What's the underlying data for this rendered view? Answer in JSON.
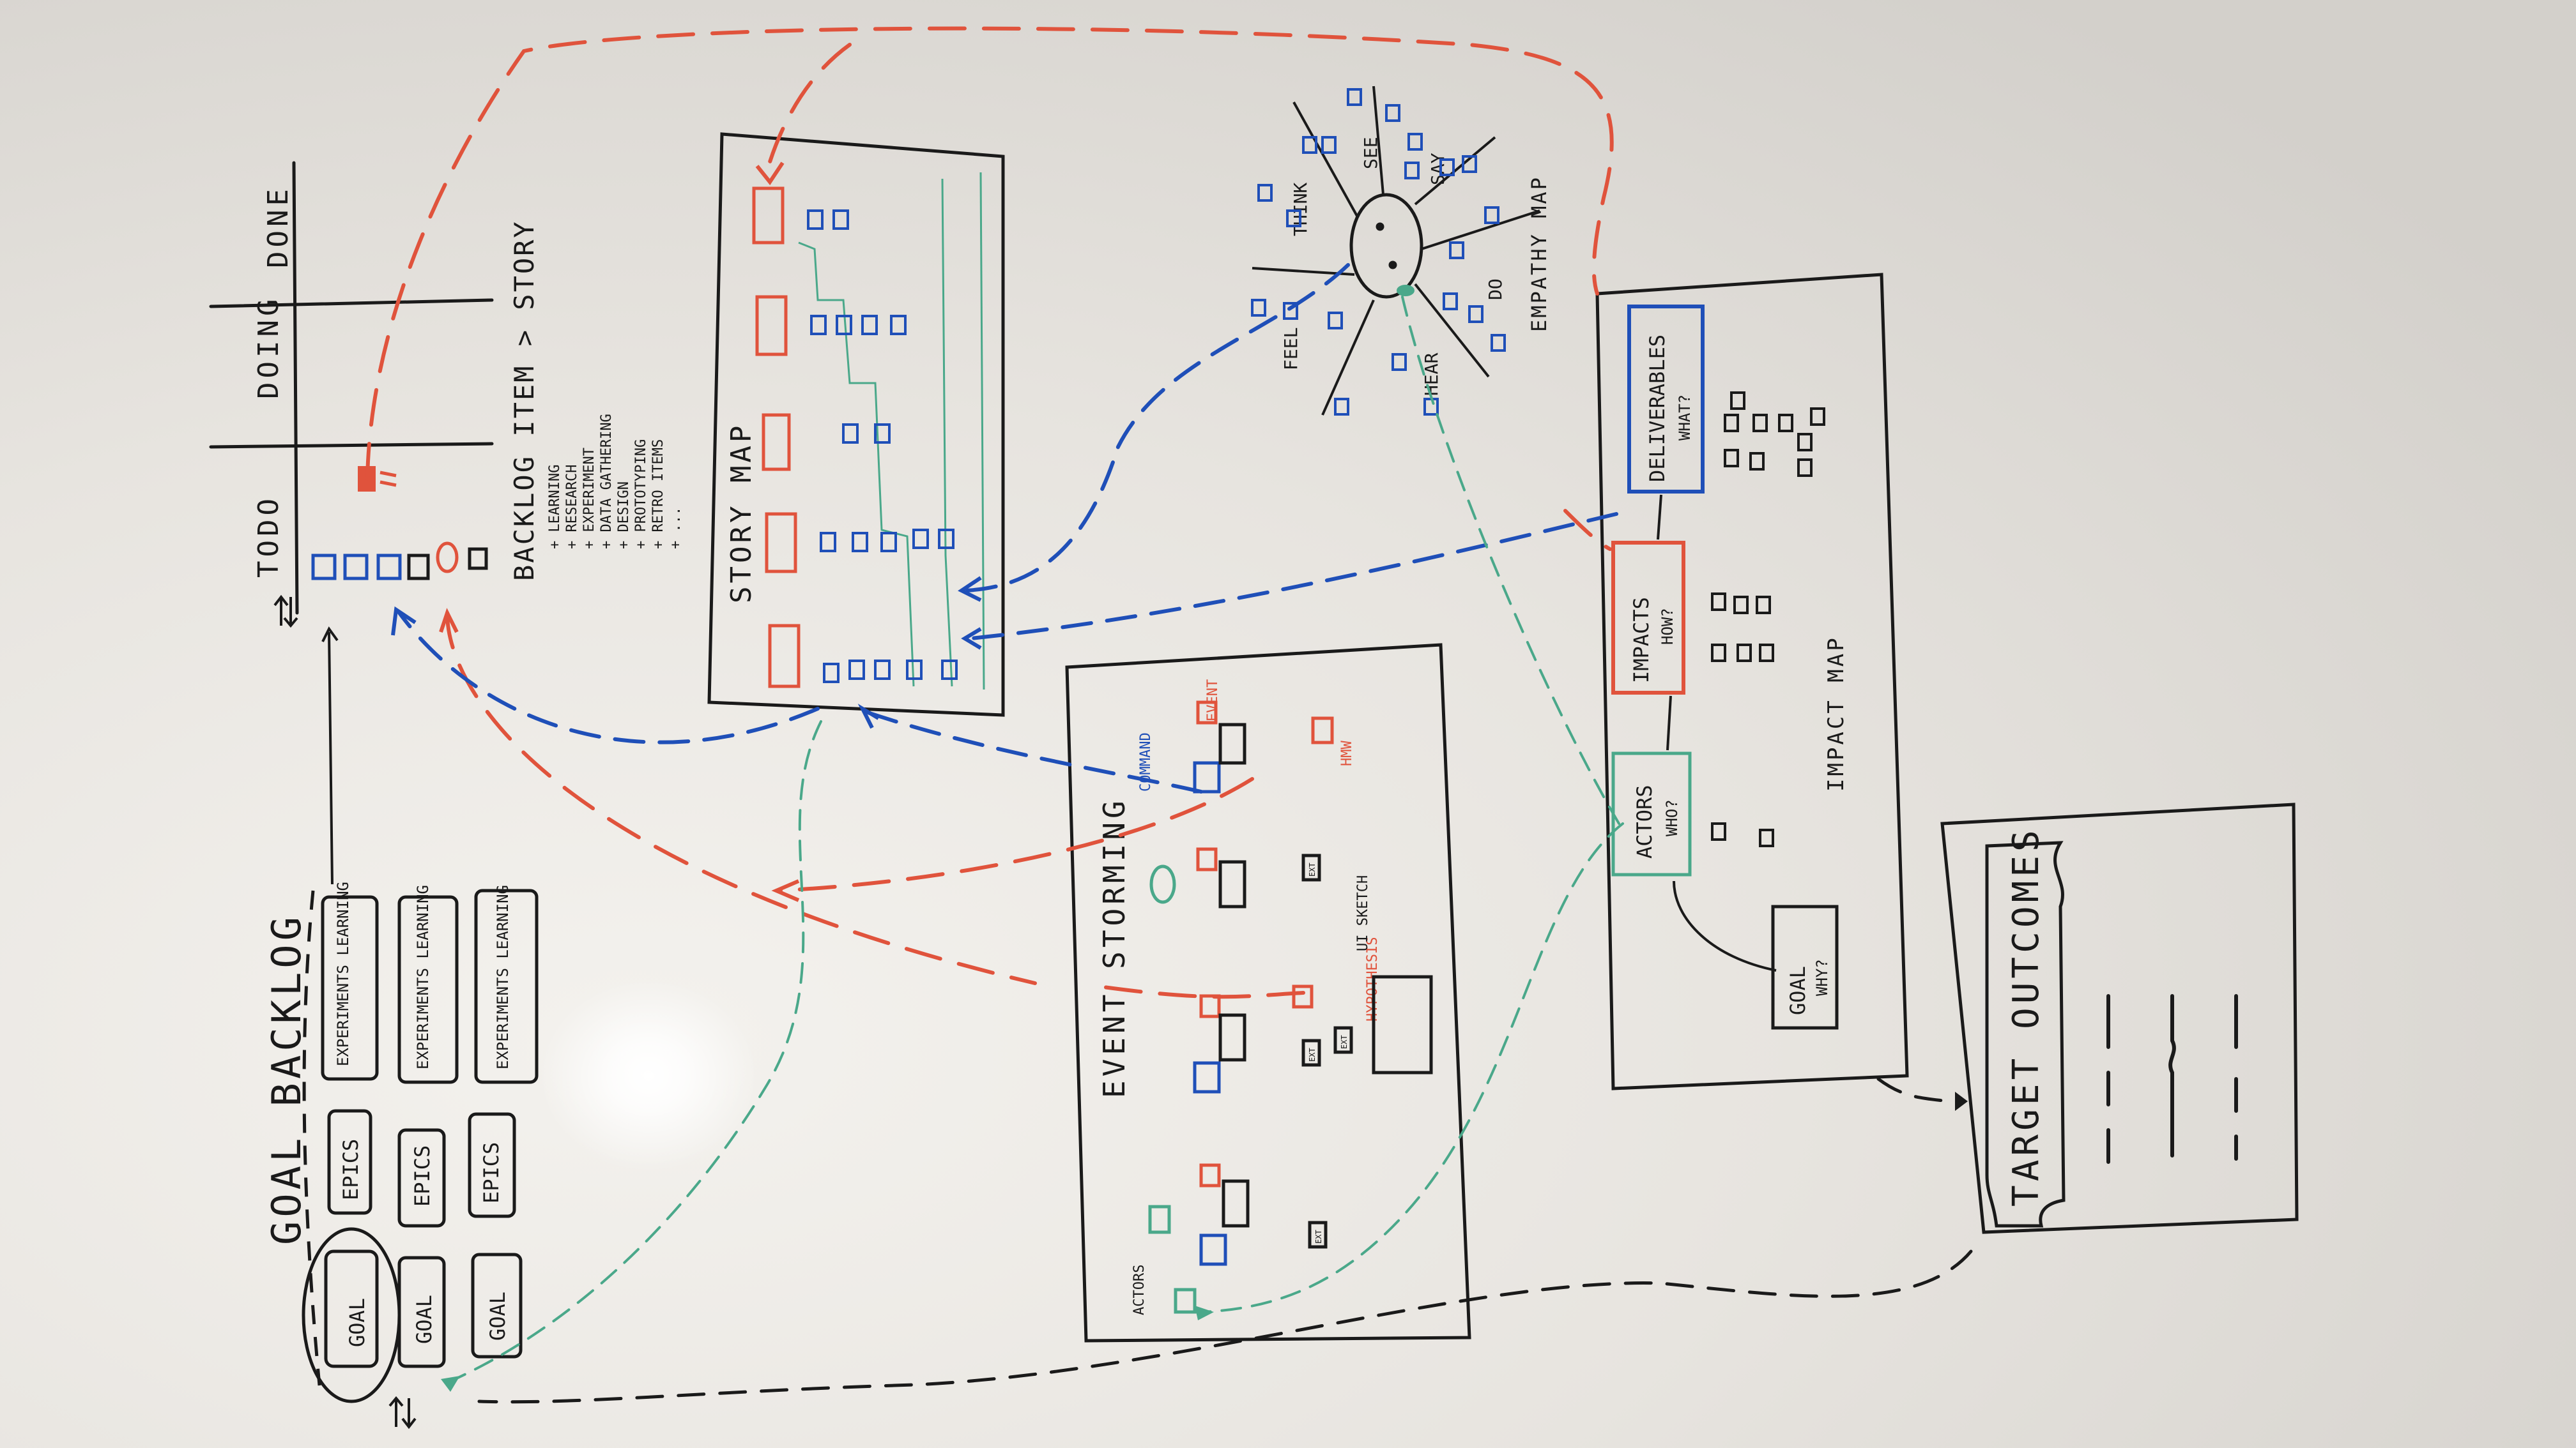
{
  "photo": {
    "kind": "whiteboard-photo",
    "rotation_deg": -90
  },
  "colors": {
    "board": "#e6e3de",
    "ink_black": "#1a1a1a",
    "ink_red": "#e0533c",
    "ink_blue": "#1f4fb8",
    "ink_green": "#4aa88a"
  },
  "kanban": {
    "todo": "TODO",
    "doing": "DOING",
    "done": "DONE"
  },
  "backlog_item": {
    "title": "BACKLOG ITEM > STORY",
    "items": [
      "+ LEARNING",
      "+ RESEARCH",
      "+ EXPERIMENT",
      "+ DATA GATHERING",
      "+ DESIGN",
      "+ PROTOTYPING",
      "+ RETRO ITEMS",
      "+ ..."
    ]
  },
  "story_map": {
    "title": "STORY MAP"
  },
  "goal_backlog": {
    "title": "GOAL BACKLOG",
    "goal": "GOAL",
    "epics": "EPICS",
    "experiments": "EXPERIMENTS LEARNING"
  },
  "empathy_map": {
    "title": "EMPATHY MAP",
    "see": "SEE",
    "say": "SAY",
    "do": "DO",
    "hear": "HEAR",
    "feel": "FEEL",
    "think": "THINK"
  },
  "event_storming": {
    "title": "EVENT STORMING",
    "command": "COMMAND",
    "event": "EVENT",
    "hmw": "HMW",
    "hypothesis": "HYPOTHESIS",
    "ui_sketch": "UI SKETCH",
    "actors": "ACTORS",
    "ext": "EXT"
  },
  "impact_map": {
    "title": "IMPACT MAP",
    "goal": "GOAL",
    "goal_q": "WHY?",
    "actors": "ACTORS",
    "actors_q": "WHO?",
    "impacts": "IMPACTS",
    "impacts_q": "HOW?",
    "deliverables": "DELIVERABLES",
    "deliverables_q": "WHAT?"
  },
  "target": {
    "title": "TARGET OUTCOMES"
  }
}
